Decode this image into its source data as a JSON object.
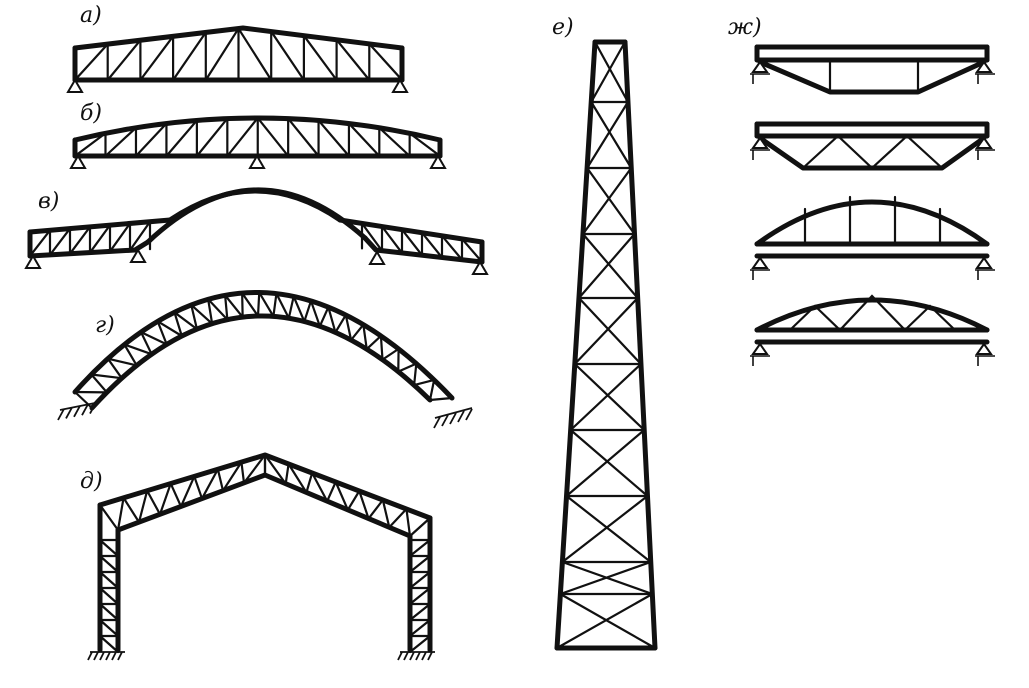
{
  "figure": {
    "labels": {
      "a": "а)",
      "b": "б)",
      "v": "в)",
      "g": "г)",
      "d": "д)",
      "e": "е)",
      "zh": "ж)"
    }
  }
}
